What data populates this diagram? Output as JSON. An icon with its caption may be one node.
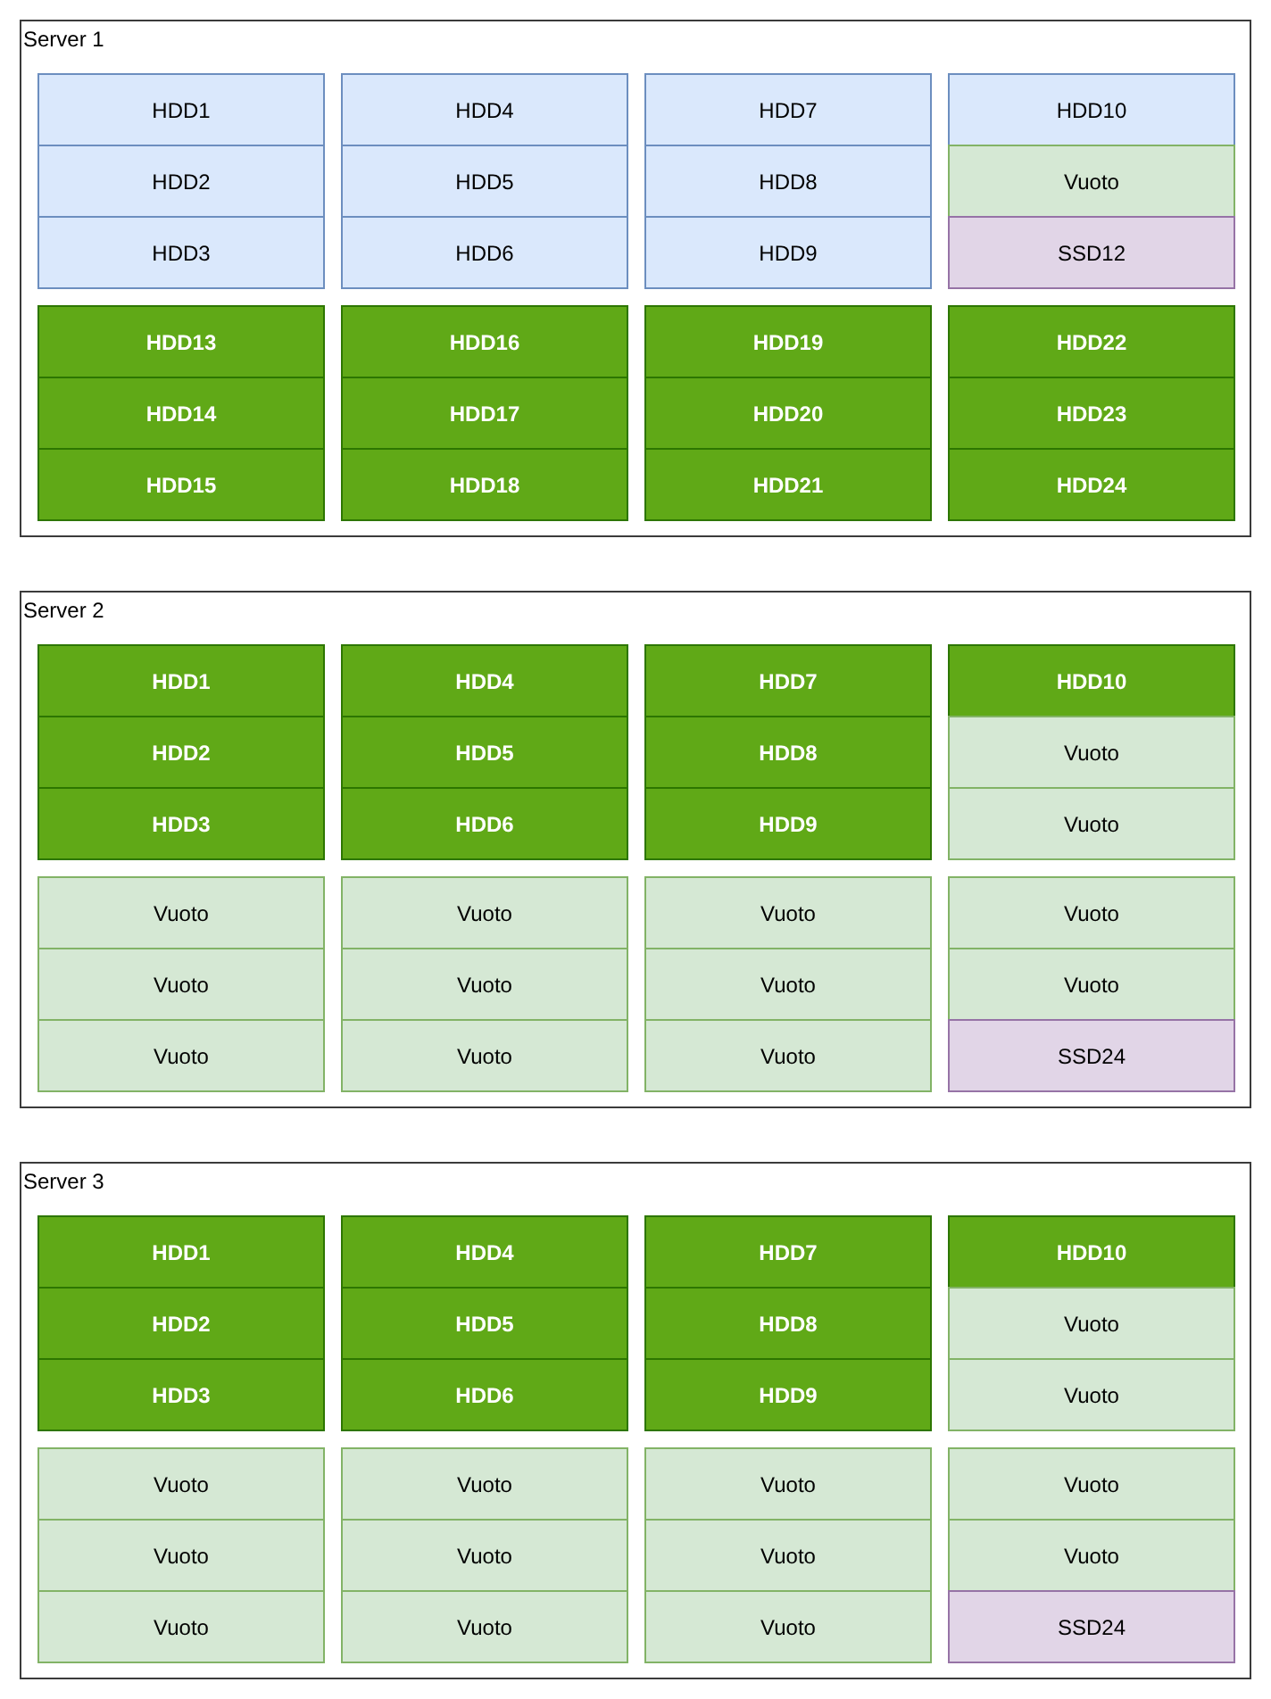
{
  "diagram": {
    "nodes": [
      {
        "text": [
          "Server 1"
        ]
      },
      {
        "text": [
          "HDD1"
        ],
        "in": 0
      },
      {
        "text": [
          "HDD4"
        ],
        "in": 0
      },
      {
        "text": [
          "HDD7"
        ],
        "in": 0
      },
      {
        "text": [
          "HDD10"
        ],
        "in": 0
      },
      {
        "text": [
          "HDD2"
        ],
        "in": 0
      },
      {
        "text": [
          "HDD5"
        ],
        "in": 0
      },
      {
        "text": [
          "HDD8"
        ],
        "in": 0
      },
      {
        "text": [
          "Vuoto"
        ],
        "in": 0
      },
      {
        "text": [
          "HDD3"
        ],
        "in": 0
      },
      {
        "text": [
          "HDD6"
        ],
        "in": 0
      },
      {
        "text": [
          "HDD9"
        ],
        "in": 0
      },
      {
        "text": [
          "SSD12"
        ],
        "in": 0
      },
      {
        "text": [
          "HDD13"
        ],
        "in": 0
      },
      {
        "text": [
          "HDD16"
        ],
        "in": 0
      },
      {
        "text": [
          "HDD19"
        ],
        "in": 0
      },
      {
        "text": [
          "HDD22"
        ],
        "in": 0
      },
      {
        "text": [
          "HDD14"
        ],
        "in": 0
      },
      {
        "text": [
          "HDD17"
        ],
        "in": 0
      },
      {
        "text": [
          "HDD20"
        ],
        "in": 0
      },
      {
        "text": [
          "HDD23"
        ],
        "in": 0
      },
      {
        "text": [
          "HDD15"
        ],
        "in": 0
      },
      {
        "text": [
          "HDD18"
        ],
        "in": 0
      },
      {
        "text": [
          "HDD21"
        ],
        "in": 0
      },
      {
        "text": [
          "HDD24"
        ],
        "in": 0
      },
      {
        "text": [
          "Server 2"
        ]
      },
      {
        "text": [
          "HDD1"
        ],
        "in": 25
      },
      {
        "text": [
          "HDD4"
        ],
        "in": 25
      },
      {
        "text": [
          "HDD7"
        ],
        "in": 25
      },
      {
        "text": [
          "HDD10"
        ],
        "in": 25
      },
      {
        "text": [
          "HDD2"
        ],
        "in": 25
      },
      {
        "text": [
          "HDD5"
        ],
        "in": 25
      },
      {
        "text": [
          "HDD8"
        ],
        "in": 25
      },
      {
        "text": [
          "Vuoto"
        ],
        "in": 25
      },
      {
        "text": [
          "HDD3"
        ],
        "in": 25
      },
      {
        "text": [
          "HDD6"
        ],
        "in": 25
      },
      {
        "text": [
          "HDD9"
        ],
        "in": 25
      },
      {
        "text": [
          "Vuoto"
        ],
        "in": 25
      },
      {
        "text": [
          "Vuoto"
        ],
        "in": 25
      },
      {
        "text": [
          "Vuoto"
        ],
        "in": 25
      },
      {
        "text": [
          "Vuoto"
        ],
        "in": 25
      },
      {
        "text": [
          "Vuoto"
        ],
        "in": 25
      },
      {
        "text": [
          "Vuoto"
        ],
        "in": 25
      },
      {
        "text": [
          "Vuoto"
        ],
        "in": 25
      },
      {
        "text": [
          "Vuoto"
        ],
        "in": 25
      },
      {
        "text": [
          "Vuoto"
        ],
        "in": 25
      },
      {
        "text": [
          "Vuoto"
        ],
        "in": 25
      },
      {
        "text": [
          "Vuoto"
        ],
        "in": 25
      },
      {
        "text": [
          "Vuoto"
        ],
        "in": 25
      },
      {
        "text": [
          "SSD24"
        ],
        "in": 25
      },
      {
        "text": [
          "Server 3"
        ]
      },
      {
        "text": [
          "HDD1"
        ],
        "in": 50
      },
      {
        "text": [
          "HDD4"
        ],
        "in": 50
      },
      {
        "text": [
          "HDD7"
        ],
        "in": 50
      },
      {
        "text": [
          "HDD10"
        ],
        "in": 50
      },
      {
        "text": [
          "HDD2"
        ],
        "in": 50
      },
      {
        "text": [
          "HDD5"
        ],
        "in": 50
      },
      {
        "text": [
          "HDD8"
        ],
        "in": 50
      },
      {
        "text": [
          "Vuoto"
        ],
        "in": 50
      },
      {
        "text": [
          "HDD3"
        ],
        "in": 50
      },
      {
        "text": [
          "HDD6"
        ],
        "in": 50
      },
      {
        "text": [
          "HDD9"
        ],
        "in": 50
      },
      {
        "text": [
          "Vuoto"
        ],
        "in": 50
      },
      {
        "text": [
          "Vuoto"
        ],
        "in": 50
      },
      {
        "text": [
          "Vuoto"
        ],
        "in": 50
      },
      {
        "text": [
          "Vuoto"
        ],
        "in": 50
      },
      {
        "text": [
          "Vuoto"
        ],
        "in": 50
      },
      {
        "text": [
          "Vuoto"
        ],
        "in": 50
      },
      {
        "text": [
          "Vuoto"
        ],
        "in": 50
      },
      {
        "text": [
          "Vuoto"
        ],
        "in": 50
      },
      {
        "text": [
          "Vuoto"
        ],
        "in": 50
      },
      {
        "text": [
          "Vuoto"
        ],
        "in": 50
      },
      {
        "text": [
          "Vuoto"
        ],
        "in": 50
      },
      {
        "text": [
          "Vuoto"
        ],
        "in": 50
      },
      {
        "text": [
          "SSD24"
        ],
        "in": 50
      }
    ]
  }
}
